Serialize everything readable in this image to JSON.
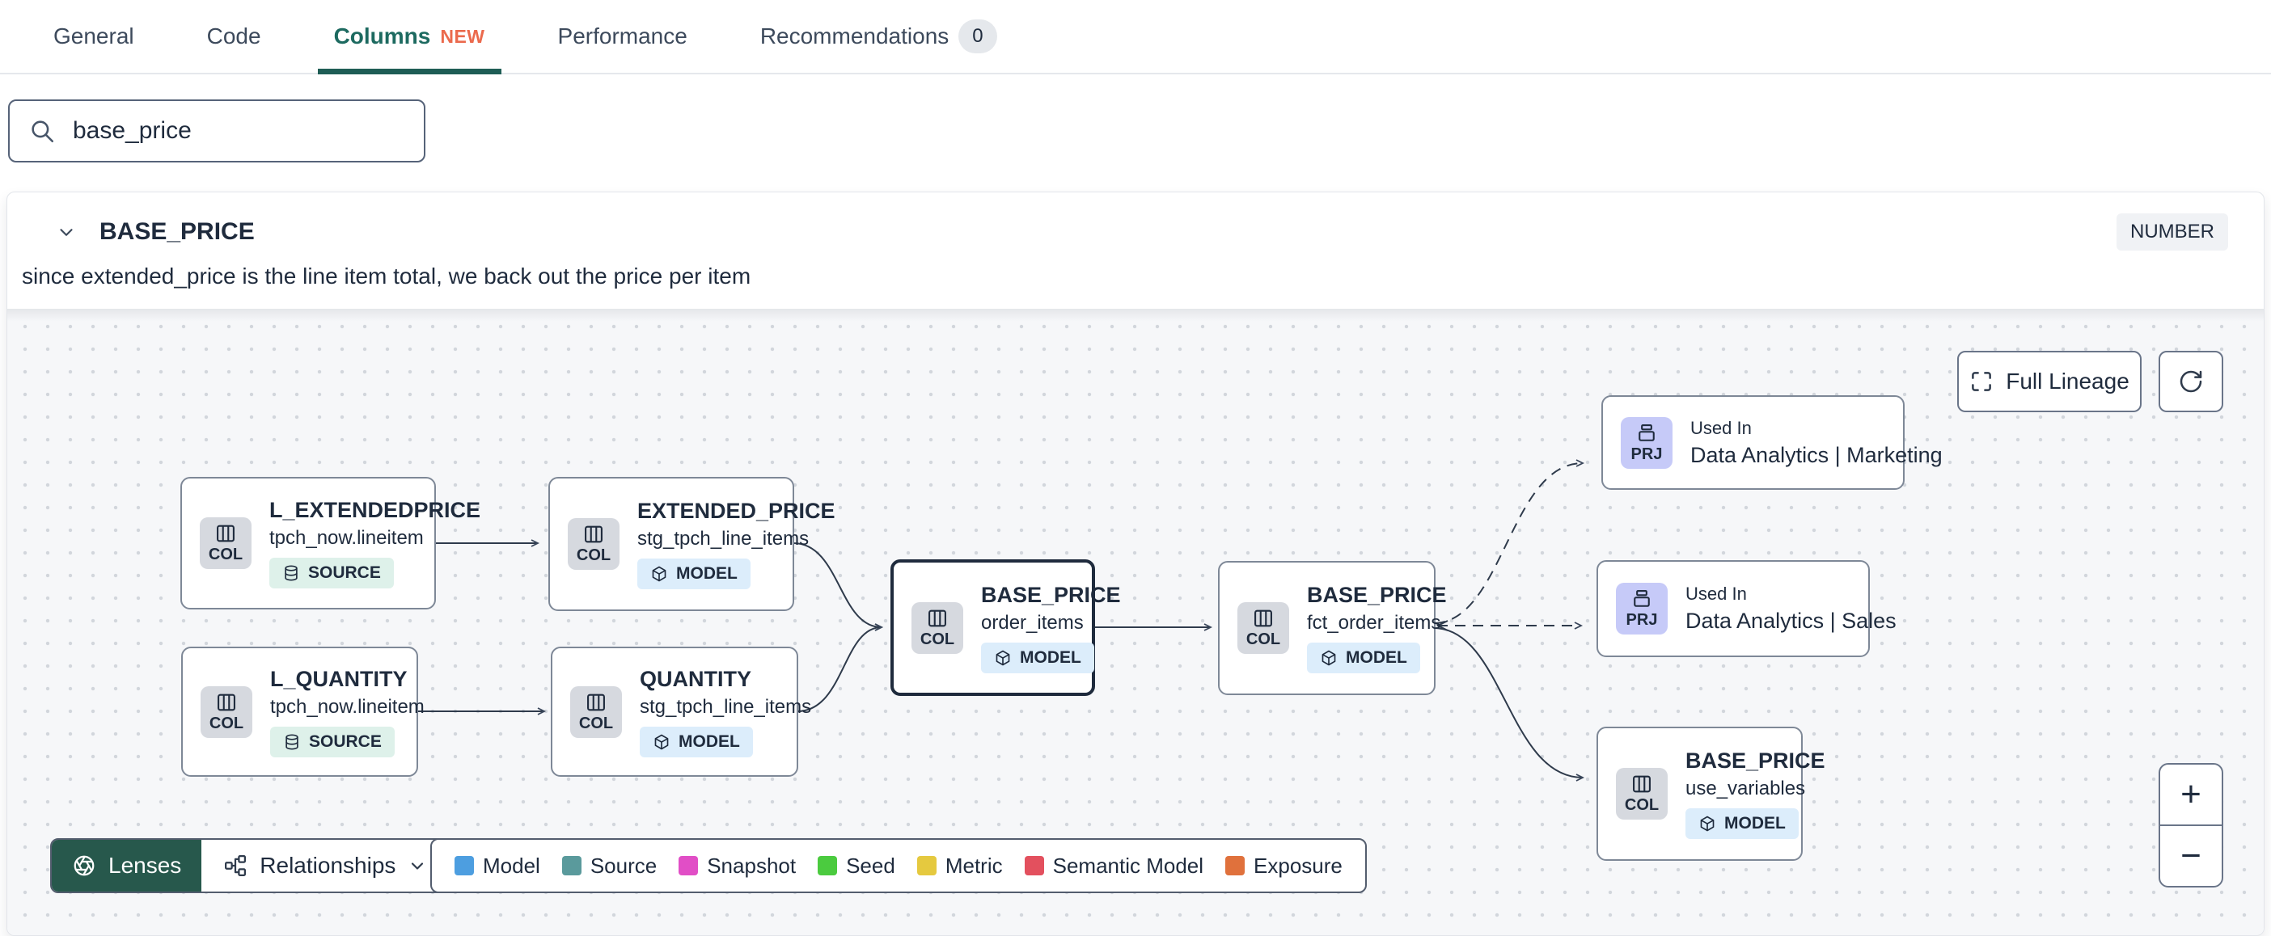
{
  "header": {
    "tabs": [
      {
        "label": "General"
      },
      {
        "label": "Code"
      },
      {
        "label": "Columns",
        "badge": "NEW"
      },
      {
        "label": "Performance"
      },
      {
        "label": "Recommendations",
        "count": "0"
      }
    ]
  },
  "search": {
    "value": "base_price"
  },
  "column_panel": {
    "name": "BASE_PRICE",
    "data_type": "NUMBER",
    "description": "since extended_price is the line item total, we back out the price per item"
  },
  "lineage": {
    "full_lineage_label": "Full Lineage",
    "zoom_in": "+",
    "zoom_out": "−",
    "nodes": [
      {
        "kind": "COL",
        "title": "L_EXTENDEDPRICE",
        "subtitle": "tpch_now.lineitem",
        "badge": "SOURCE"
      },
      {
        "kind": "COL",
        "title": "EXTENDED_PRICE",
        "subtitle": "stg_tpch_line_items",
        "badge": "MODEL"
      },
      {
        "kind": "COL",
        "title": "L_QUANTITY",
        "subtitle": "tpch_now.lineitem",
        "badge": "SOURCE"
      },
      {
        "kind": "COL",
        "title": "QUANTITY",
        "subtitle": "stg_tpch_line_items",
        "badge": "MODEL"
      },
      {
        "kind": "COL",
        "title": "BASE_PRICE",
        "subtitle": "order_items",
        "badge": "MODEL"
      },
      {
        "kind": "COL",
        "title": "BASE_PRICE",
        "subtitle": "fct_order_items",
        "badge": "MODEL"
      },
      {
        "kind": "PRJ",
        "label": "Used In",
        "title": "Data Analytics | Marketing"
      },
      {
        "kind": "PRJ",
        "label": "Used In",
        "title": "Data Analytics | Sales"
      },
      {
        "kind": "COL",
        "title": "BASE_PRICE",
        "subtitle": "use_variables",
        "badge": "MODEL"
      }
    ],
    "toolbar": {
      "lenses": "Lenses",
      "relationships": "Relationships"
    },
    "legend": [
      {
        "label": "Model",
        "color": "#4D9EE0"
      },
      {
        "label": "Source",
        "color": "#5A9A9C"
      },
      {
        "label": "Snapshot",
        "color": "#E14EC6"
      },
      {
        "label": "Seed",
        "color": "#4BCB3F"
      },
      {
        "label": "Metric",
        "color": "#E5C93F"
      },
      {
        "label": "Semantic Model",
        "color": "#E3505E"
      },
      {
        "label": "Exposure",
        "color": "#E0713C"
      }
    ]
  }
}
